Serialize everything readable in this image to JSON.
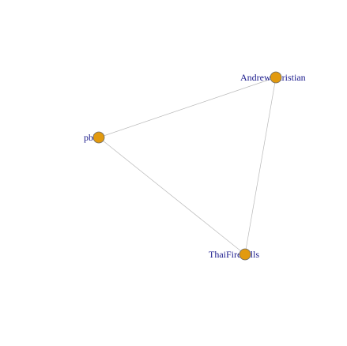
{
  "graph": {
    "nodes": [
      {
        "id": "andrew",
        "label": "AndrewChristian"
      },
      {
        "id": "pbb",
        "label": "pbb"
      },
      {
        "id": "thai",
        "label": "ThaiFireballs"
      }
    ],
    "edges": [
      {
        "source": "andrew",
        "target": "pbb"
      },
      {
        "source": "pbb",
        "target": "thai"
      },
      {
        "source": "andrew",
        "target": "thai"
      }
    ],
    "colors": {
      "node_fill": "#e29a0f",
      "node_stroke": "#6b6b6b",
      "edge": "#b8b8b8",
      "label": "#1a1a8c",
      "background": "#ffffff"
    }
  }
}
